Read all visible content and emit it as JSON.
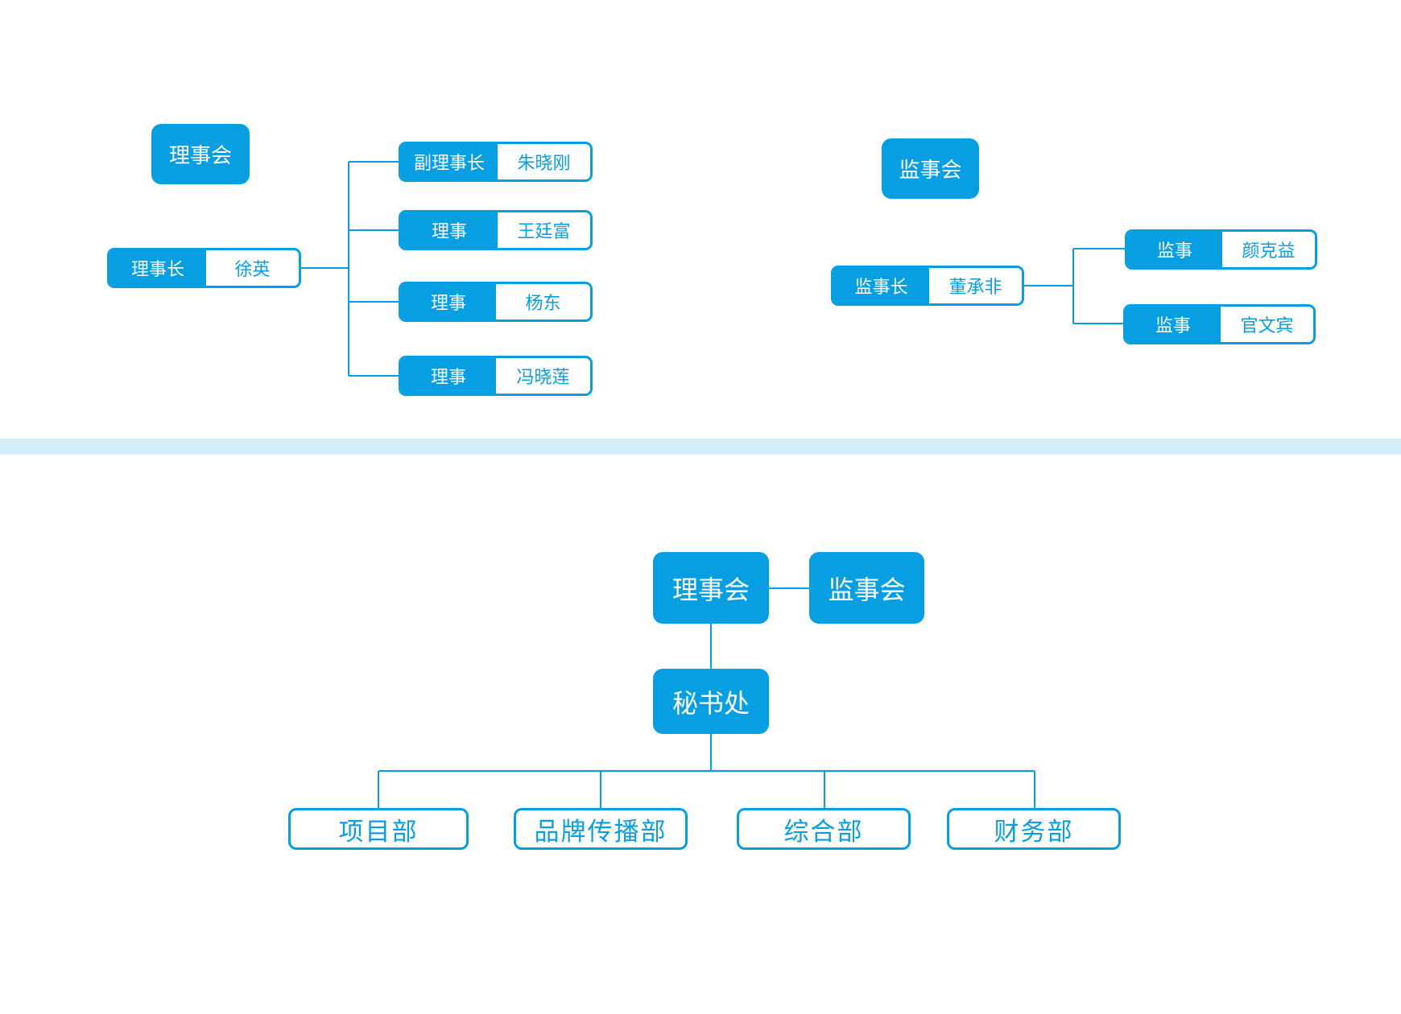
{
  "colors": {
    "primary": "#079ee2",
    "divider": "#d4eefb",
    "background": "#ffffff"
  },
  "board": {
    "title": "理事会",
    "chair": {
      "role": "理事长",
      "name": "徐英"
    },
    "members": [
      {
        "role": "副理事长",
        "name": "朱晓刚"
      },
      {
        "role": "理事",
        "name": "王廷富"
      },
      {
        "role": "理事",
        "name": "杨东"
      },
      {
        "role": "理事",
        "name": "冯晓莲"
      }
    ]
  },
  "supervisory": {
    "title": "监事会",
    "chair": {
      "role": "监事长",
      "name": "董承非"
    },
    "members": [
      {
        "role": "监事",
        "name": "颜克益"
      },
      {
        "role": "监事",
        "name": "官文宾"
      }
    ]
  },
  "structure": {
    "board": "理事会",
    "supervisory": "监事会",
    "secretariat": "秘书处",
    "departments": [
      "项目部",
      "品牌传播部",
      "综合部",
      "财务部"
    ]
  }
}
